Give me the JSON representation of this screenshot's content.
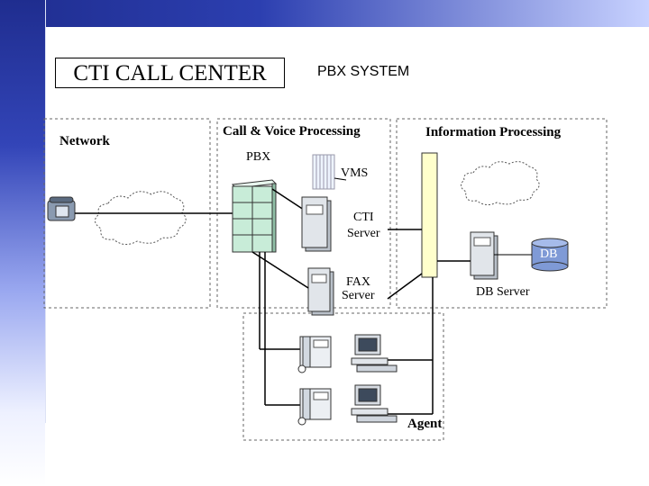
{
  "header": {
    "title": "CTI  CALL CENTER",
    "subtitle": "PBX  SYSTEM"
  },
  "sections": {
    "network": "Network",
    "call_voice": "Call & Voice Processing",
    "information": "Information Processing"
  },
  "nodes": {
    "pbx": "PBX",
    "vms": "VMS",
    "cti_server_line1": "CTI",
    "cti_server_line2": "Server",
    "fax_server_line1": "FAX",
    "fax_server_line2": "Server",
    "db": "DB",
    "db_server": "DB Server",
    "agent": "Agent"
  },
  "colors": {
    "header_blue": "#1f2d8f",
    "pbx_green": "#c8ecd8",
    "bus_yellow": "#ffffcc",
    "db_blue": "#7f9ad6"
  }
}
